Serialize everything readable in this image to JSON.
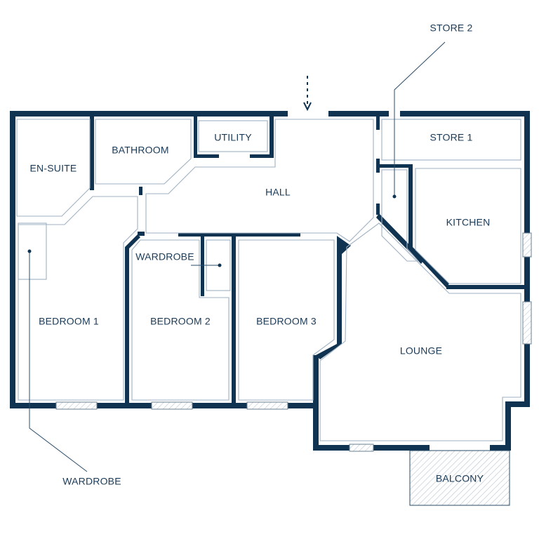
{
  "plan": {
    "colors": {
      "wall": "#0f3350",
      "inner_line": "#9fb1c2",
      "label": "#1a3a57",
      "hatch": "#b9c5d1"
    },
    "rooms": {
      "en_suite": "EN-SUITE",
      "bathroom": "BATHROOM",
      "utility": "UTILITY",
      "hall": "HALL",
      "store1": "STORE 1",
      "kitchen": "KITCHEN",
      "wardrobe_mid": "WARDROBE",
      "bedroom1": "BEDROOM 1",
      "bedroom2": "BEDROOM 2",
      "bedroom3": "BEDROOM 3",
      "lounge": "LOUNGE",
      "balcony": "BALCONY"
    },
    "callouts": {
      "store2": "STORE 2",
      "wardrobe_bottom": "WARDROBE"
    },
    "entrance_icon": "dashed-arrow-down-icon"
  }
}
